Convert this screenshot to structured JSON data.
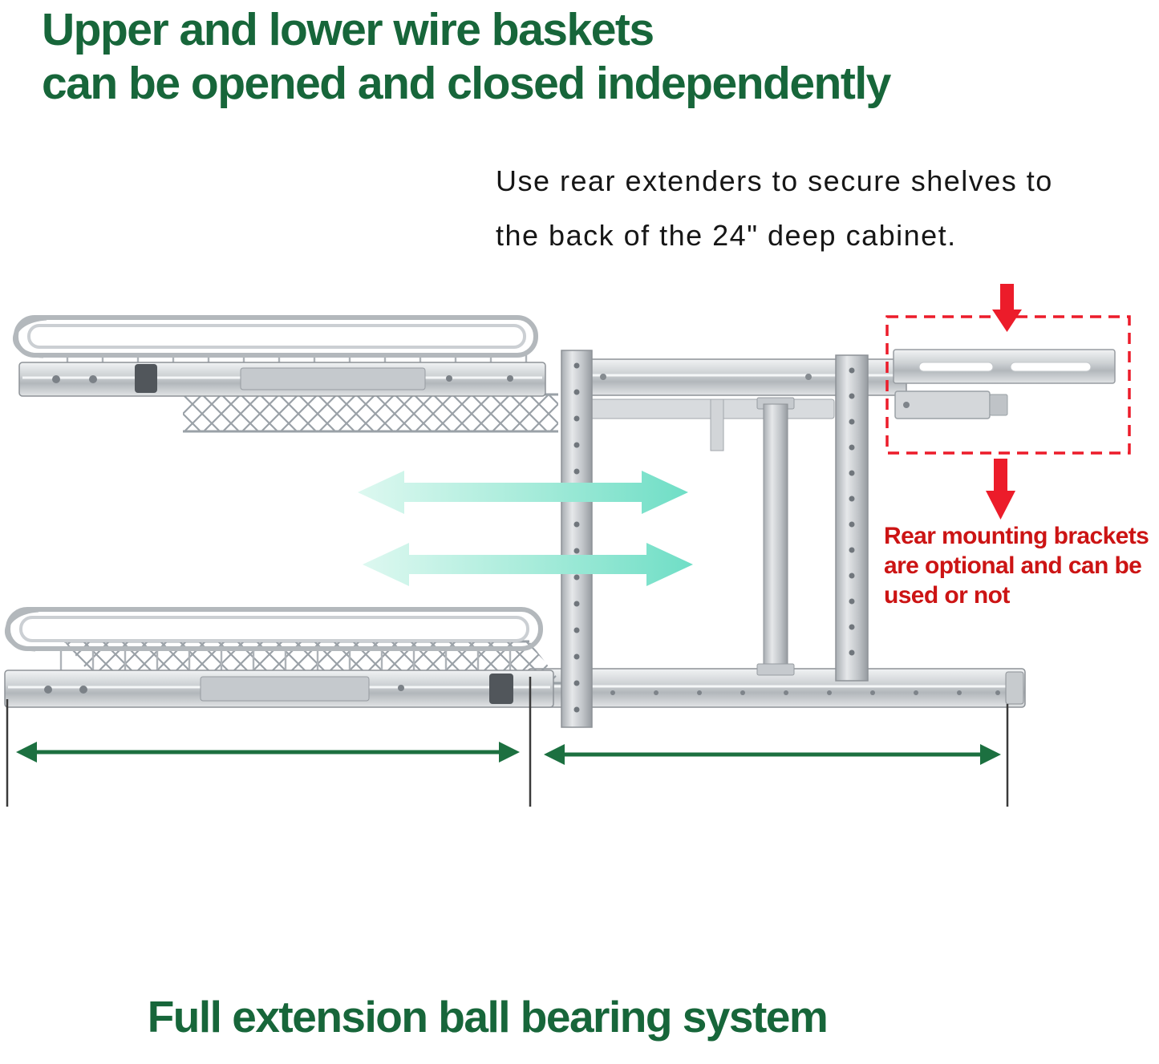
{
  "heading": {
    "line1": "Upper and lower wire baskets",
    "line2": "can be opened and closed independently"
  },
  "note": {
    "line1": "Use rear extenders to secure shelves to",
    "line2": "the back of the 24\" deep cabinet."
  },
  "callout": {
    "line1": "Rear mounting brackets",
    "line2": "are optional and can be",
    "line3": "used or not"
  },
  "footer": {
    "label": "Full extension ball bearing system"
  },
  "colors": {
    "heading_green": "#17663a",
    "measure_green": "#1c7040",
    "callout_red": "#cc1414",
    "highlight_red": "#ec1c2a",
    "note_black": "#161616"
  },
  "shapes": {
    "slide_direction_arrows": "teal double-headed horizontal arrows showing independent pull-out motion",
    "rear_bracket_highlight": "red dashed box with red down arrows marking the optional rear mounting bracket",
    "measurement_arrows": "green double-headed width arrows under the two baskets"
  }
}
